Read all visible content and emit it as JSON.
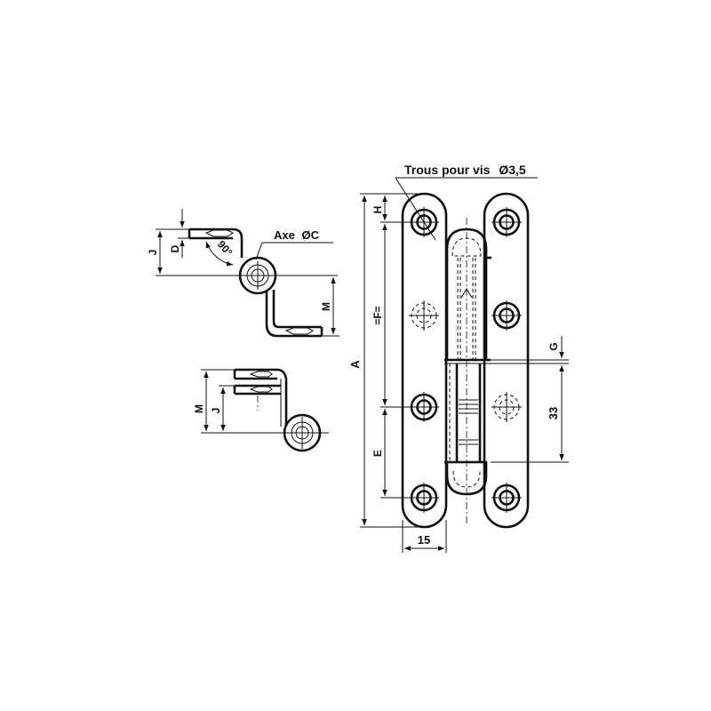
{
  "drawing": {
    "title": "Technical drawing of a lift-off hinge (paumelle)",
    "labels": {
      "screw_holes": "Trous pour vis",
      "screw_diameter": "Ø3,5",
      "axis": "Axe",
      "axis_diameter": "ØC",
      "angle": "90°",
      "dim_A": "A",
      "dim_E": "E",
      "dim_F": "=F=",
      "dim_H": "H",
      "dim_G": "G",
      "dim_33": "33",
      "dim_15": "15",
      "dim_J_top": "J",
      "dim_D": "D",
      "dim_M_top": "M",
      "dim_M_bottom": "M",
      "dim_J_bottom": "J"
    },
    "colors": {
      "line": "#111111",
      "background": "#ffffff"
    }
  }
}
